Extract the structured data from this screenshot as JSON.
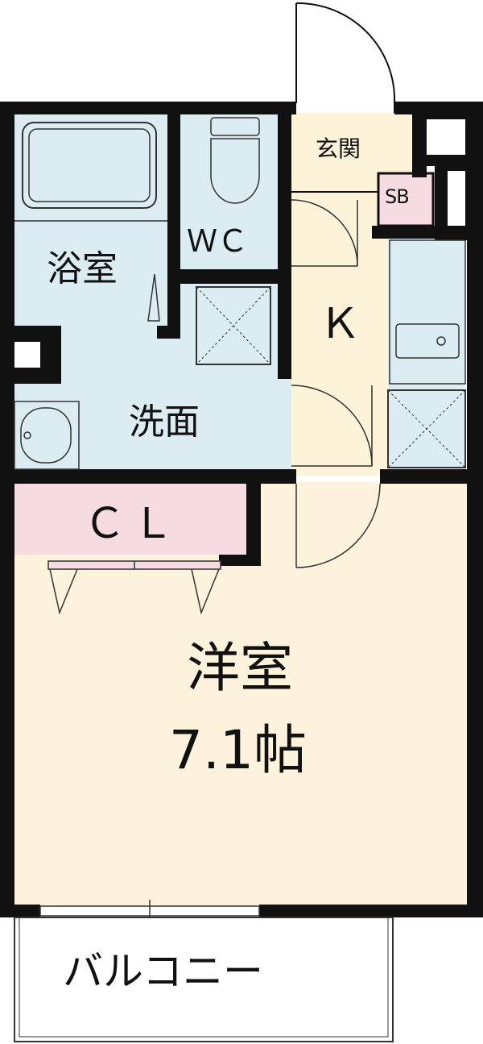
{
  "rooms": {
    "bath": "浴室",
    "wc": "ＷＣ",
    "entrance": "玄関",
    "shoe_box": "SB",
    "kitchen": "Ｋ",
    "washroom": "洗面",
    "closet": "ＣＬ",
    "western_room": "洋室",
    "western_room_size": "7.1帖",
    "balcony": "バルコニー"
  },
  "colors": {
    "wall": "#111111",
    "wet_area": "#dcecf3",
    "entrance_kitchen": "#fdf3d8",
    "western_room": "#fdf2dc",
    "closet": "#f7dbe2",
    "shoe_box": "#f7dbe2",
    "balcony": "#ffffff"
  }
}
